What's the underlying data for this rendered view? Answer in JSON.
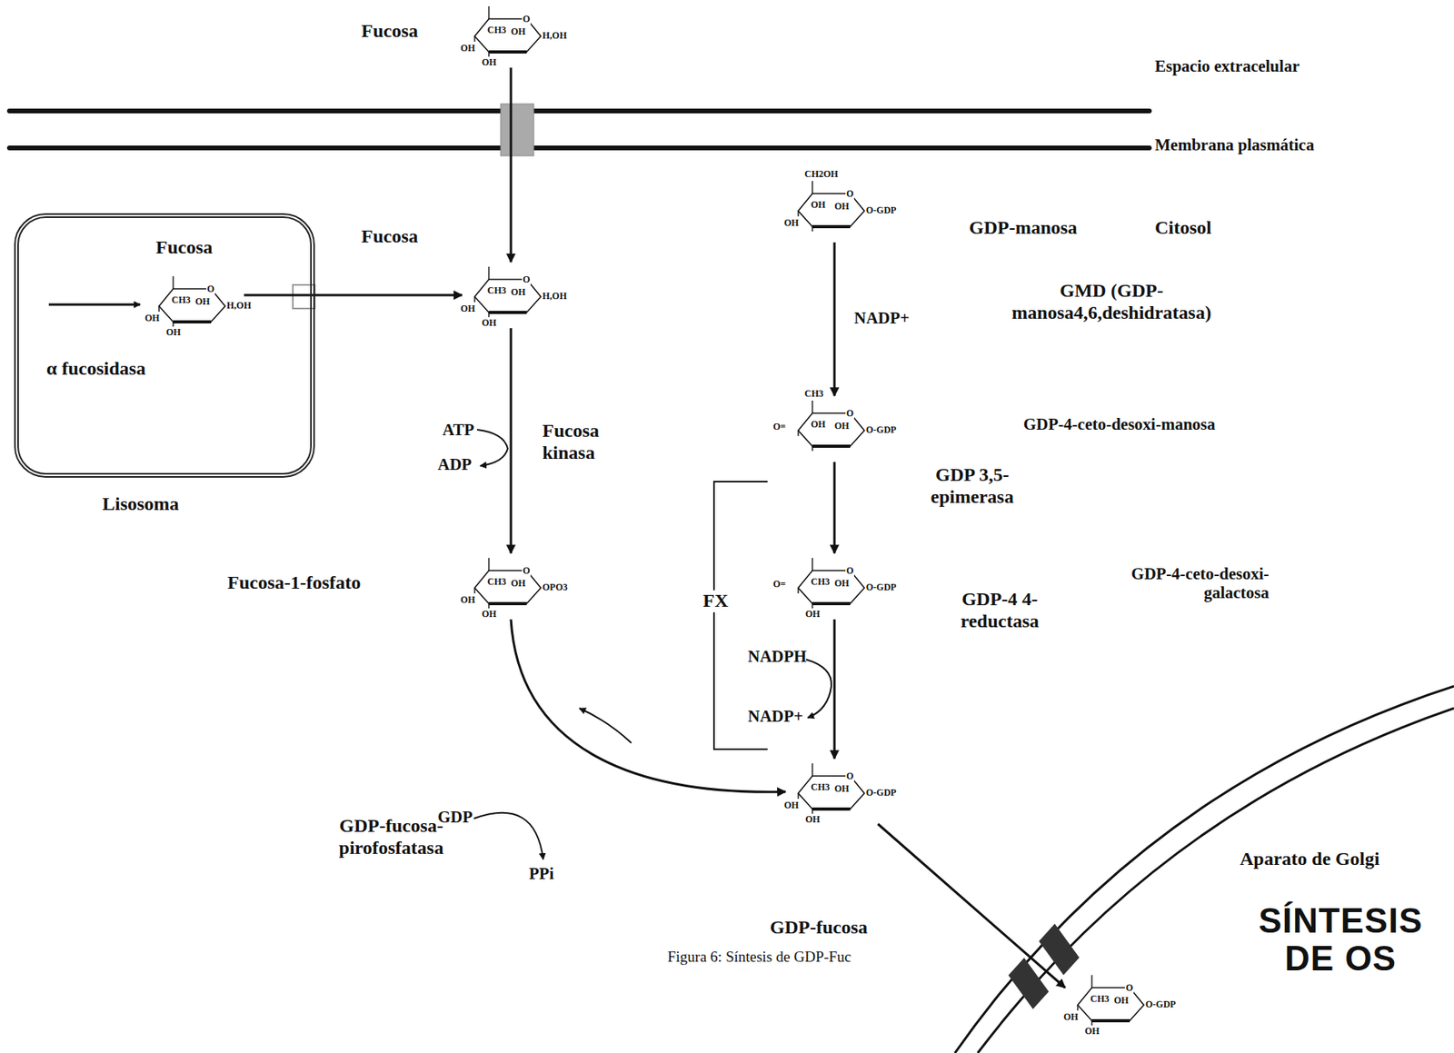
{
  "diagram": {
    "caption": "Figura 6: Síntesis de GDP-Fuc",
    "nodes": [
      {
        "text": [
          "Fucosa",
          "O",
          "CH3",
          "OH",
          "H,OH",
          "OH",
          "OH"
        ]
      },
      {
        "text": [
          "α fucosidasa",
          "Lisosoma"
        ]
      },
      {
        "text": [
          "Fucosa",
          "O",
          "CH3",
          "OH",
          "H,OH",
          "OH",
          "OH"
        ],
        "in": 1
      },
      {
        "text": [
          "Fucosa",
          "O",
          "CH3",
          "OH",
          "H,OH",
          "OH",
          "OH"
        ]
      },
      {
        "text": [
          "GDP-manosa",
          "CH2OH",
          "O",
          "OH",
          "OH",
          "O-GDP",
          "OH"
        ]
      },
      {
        "text": [
          "GDP-4-ceto-desoxi-manosa",
          "CH3",
          "O",
          "O=",
          "OH",
          "OH",
          "O-GDP"
        ]
      },
      {
        "text": [
          "Fucosa-1-fosfato",
          "O",
          "CH3",
          "OH",
          "OPO3",
          "OH",
          "OH"
        ]
      },
      {
        "text": [
          "GDP-4-ceto-desoxi- galactosa",
          "O",
          "O=",
          "CH3",
          "OH",
          "O-GDP",
          "OH"
        ]
      },
      {
        "text": [
          "GDP-fucosa",
          "O",
          "CH3",
          "OH",
          "O-GDP",
          "OH",
          "OH"
        ]
      },
      {
        "text": [
          "O",
          "CH3",
          "OH",
          "O-GDP",
          "OH",
          "OH"
        ]
      }
    ],
    "edges": [
      {
        "from": 0,
        "to": 3,
        "arrow": "to"
      },
      {
        "from": 2,
        "to": 3,
        "arrow": "to"
      },
      {
        "from": 3,
        "to": 6,
        "arrow": "to"
      },
      {
        "from": 6,
        "to": 8,
        "arrow": "to"
      },
      {
        "from": 4,
        "to": 5,
        "arrow": "to"
      },
      {
        "from": 5,
        "to": 7,
        "arrow": "to"
      },
      {
        "from": 7,
        "to": 8,
        "arrow": "to"
      },
      {
        "from": 8,
        "to": 9,
        "arrow": "to"
      }
    ],
    "labels": [
      "Espacio extracelular",
      "Membrana plasmática",
      "Citosol",
      "NADP+",
      "GMD (GDP- manosa4,6,deshidratasa)",
      "ATP",
      "ADP",
      "Fucosa kinasa",
      "GDP 3,5-epimerasa",
      "FX",
      "GDP-4 4-reductasa",
      "NADPH",
      "NADP+",
      "GDP",
      "GDP-fucosa- pirofosfatasa",
      "PPi",
      "Aparato de Golgi",
      "SÍNTESIS DE OS"
    ]
  }
}
